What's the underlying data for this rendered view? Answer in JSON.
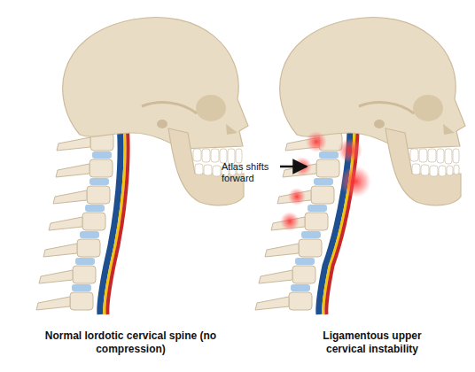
{
  "diagram": {
    "labels": [
      "Atlas shifts forward",
      "Normal lordotic cervical spine (no compression)",
      "Ligamentous upper cervical instability"
    ]
  }
}
